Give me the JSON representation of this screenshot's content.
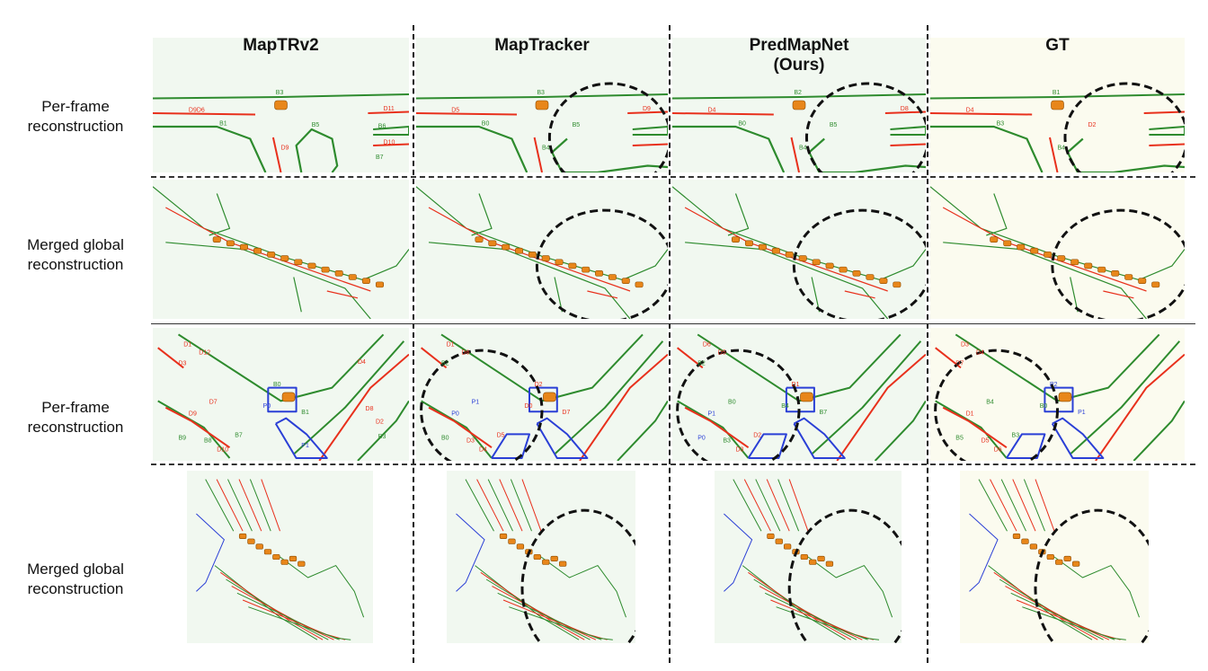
{
  "columns": [
    {
      "title": "MapTRv2"
    },
    {
      "title": "MapTracker"
    },
    {
      "title": "PredMapNet",
      "subtitle": "(Ours)"
    },
    {
      "title": "GT"
    }
  ],
  "rows": [
    {
      "line1": "Per-frame",
      "line2": "reconstruction"
    },
    {
      "line1": "Merged global",
      "line2": "reconstruction"
    },
    {
      "line1": "Per-frame",
      "line2": "reconstruction"
    },
    {
      "line1": "Merged global",
      "line2": "reconstruction"
    }
  ],
  "map_labels": {
    "row1": [
      [
        "B3",
        "D9D6",
        "B1",
        "D9",
        "B5",
        "D11",
        "B6",
        "D10",
        "B7"
      ],
      [
        "B3",
        "D5",
        "B0",
        "B4",
        "B5",
        "D9"
      ],
      [
        "B2",
        "D4",
        "B0",
        "B4",
        "B5",
        "D8"
      ],
      [
        "B1",
        "D4",
        "B3",
        "B4",
        "D2"
      ]
    ],
    "row3": [
      [
        "D1",
        "D12",
        "D3",
        "B0",
        "P0",
        "B1",
        "D7",
        "D9",
        "B9",
        "B8",
        "D10",
        "B7",
        "P1",
        "D4",
        "D8",
        "D2",
        "B3"
      ],
      [
        "D1",
        "D6",
        "B2",
        "D2",
        "D0",
        "D7",
        "P1",
        "P0",
        "B0",
        "D3",
        "D4",
        "D5"
      ],
      [
        "D6",
        "D5",
        "B2",
        "D1",
        "B4",
        "B7",
        "B0",
        "P1",
        "P0",
        "B3",
        "D3",
        "D2"
      ],
      [
        "D3",
        "D4",
        "D7",
        "P2",
        "B0",
        "P1",
        "B4",
        "D1",
        "B5",
        "D5",
        "D6",
        "B3"
      ]
    ]
  },
  "colors": {
    "boundary": "#2e8b2e",
    "divider": "#e8301c",
    "crossing": "#2a3fd6",
    "ego": "#e8861a",
    "bg_pred": "#f1f8f0",
    "bg_gt": "#fbfbef"
  }
}
